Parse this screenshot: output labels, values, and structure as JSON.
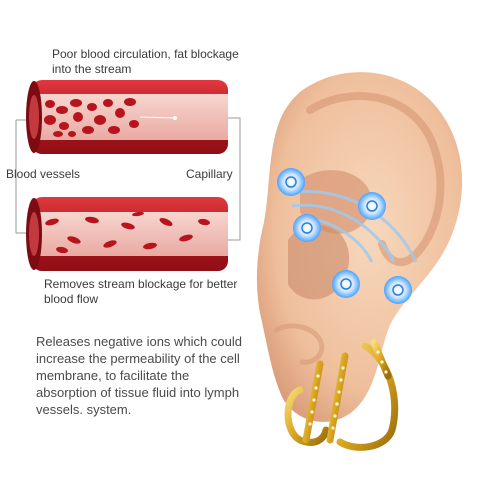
{
  "texts": {
    "caption_top": "Poor blood circulation, fat blockage into the stream",
    "label_vessels": "Blood vessels",
    "label_capillary": "Capillary",
    "caption_bottom": "Removes stream blockage for better blood flow",
    "description": "Releases negative ions which could increase the permeability of the cell membrane, to facilitate the absorption of tissue fluid into lymph vessels. system."
  },
  "icons": [
    "blocked-vessel-illustration",
    "clear-vessel-illustration",
    "ear-illustration",
    "negative-ion-icon",
    "magnetic-wave-icon",
    "gold-ear-cuff-illustration"
  ],
  "colors": {
    "vessel_red": "#c8202a",
    "vessel_dark": "#8e0f16",
    "skin": "#f2c9a8",
    "skin_shadow": "#d99a78",
    "ion_blue": "#4aa3ff",
    "gold": "#d9a51f"
  }
}
